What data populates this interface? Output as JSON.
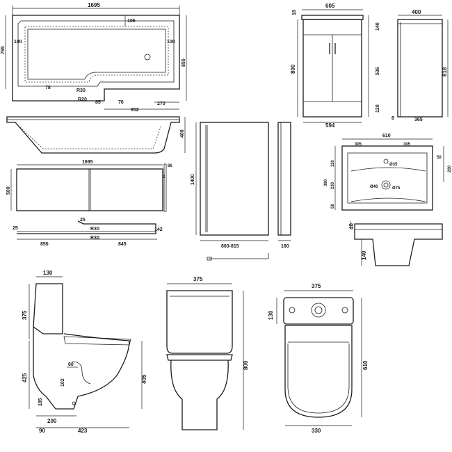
{
  "bath_plan": {
    "overall_length": "1695",
    "width": "765",
    "inner_length": "100",
    "inner_right": "100",
    "top_dim": "105",
    "depth": "855",
    "r30": "R30",
    "r20": "R20",
    "d78": "78",
    "d85": "85",
    "d76": "76",
    "d852": "852",
    "d270": "270"
  },
  "bath_side": {
    "height": "400"
  },
  "bath_panel": {
    "length": "1695",
    "height": "500",
    "t86": "86",
    "t3": "3"
  },
  "panel_plan": {
    "d25a": "25",
    "d25b": "25",
    "r30a": "R30",
    "r30b": "R30",
    "d142": "142",
    "d850": "850",
    "d845": "845"
  },
  "screen": {
    "height": "1400",
    "width": "800-815",
    "depth": "160"
  },
  "vanity_front": {
    "top": "18",
    "width": "605",
    "d140": "140",
    "height": "800",
    "d536": "536",
    "d120": "120",
    "base_width": "594"
  },
  "vanity_side": {
    "depth": "400",
    "height": "818",
    "d8": "8",
    "base_depth": "365"
  },
  "basin_plan": {
    "width": "610",
    "left": "305",
    "right": "305",
    "d110": "110",
    "d50": "50",
    "depth": "200",
    "d390": "390",
    "d230": "230",
    "d58": "58",
    "tap": "Ø35",
    "waste1": "Ø46",
    "waste2": "Ø75"
  },
  "basin_side": {
    "d40": "40",
    "d140": "140"
  },
  "wc_side": {
    "top": "130",
    "cistern": "375",
    "d60": "60",
    "d102": "102",
    "d425": "425",
    "d405": "405",
    "d185": "185",
    "d200": "200",
    "d90": "90",
    "d423": "423"
  },
  "wc_front": {
    "width": "375",
    "height": "800"
  },
  "wc_plan": {
    "width": "375",
    "d130": "130",
    "depth": "610",
    "base": "330"
  }
}
